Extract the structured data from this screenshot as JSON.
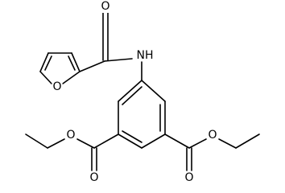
{
  "diagram": {
    "atoms": {
      "furan_oxygen": "O",
      "amide_oxygen": "O",
      "amide_nitrogen": "NH",
      "ester_left_carbonyl_oxygen": "O",
      "ester_left_ether_oxygen": "O",
      "ester_right_carbonyl_oxygen": "O",
      "ester_right_ether_oxygen": "O"
    },
    "colors": {
      "bond": "#000000",
      "label": "#000000",
      "background": "#ffffff"
    }
  }
}
